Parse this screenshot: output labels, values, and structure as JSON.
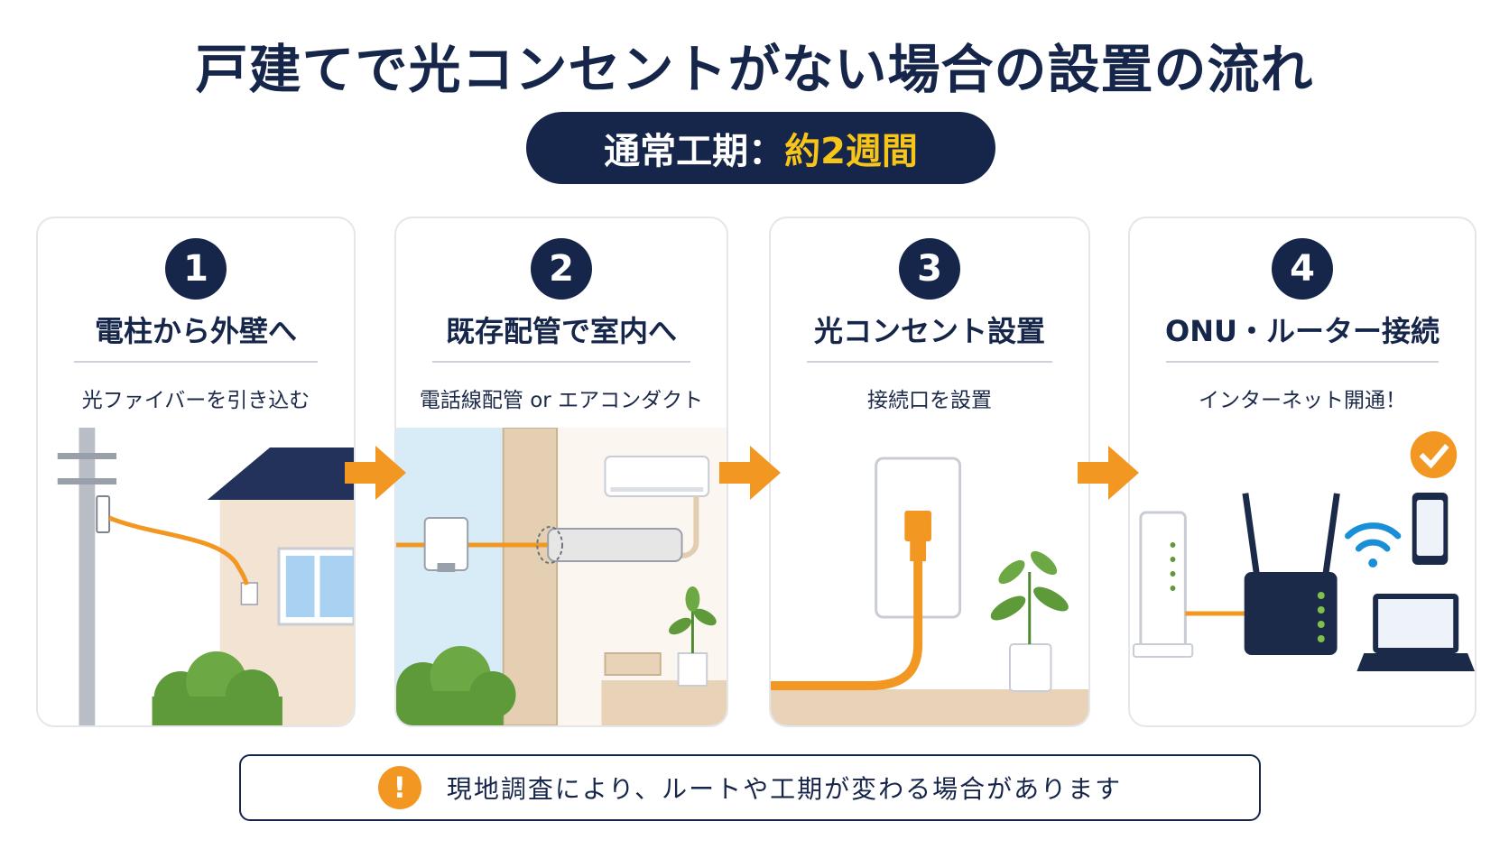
{
  "title": "戸建てで光コンセントがない場合の設置の流れ",
  "period": {
    "label": "通常工期：",
    "value": "約2週間"
  },
  "steps": [
    {
      "number": "1",
      "title": "電柱から外壁へ",
      "subtitle": "光ファイバーを引き込む"
    },
    {
      "number": "2",
      "title": "既存配管で室内へ",
      "subtitle": "電話線配管 or エアコンダクト"
    },
    {
      "number": "3",
      "title": "光コンセント設置",
      "subtitle": "接続口を設置"
    },
    {
      "number": "4",
      "title": "ONU・ルーター接続",
      "subtitle": "インターネット開通！"
    }
  ],
  "note": {
    "icon": "!",
    "text": "現地調査により、ルートや工期が変わる場合があります"
  },
  "colors": {
    "navy": "#16264a",
    "orange": "#f29722",
    "yellow": "#f7c519",
    "green": "#5f9a3a"
  },
  "icons": [
    "utility-pole-icon",
    "house-icon",
    "wall-box-icon",
    "air-conditioner-icon",
    "duct-icon",
    "fiber-outlet-icon",
    "plant-icon",
    "onu-icon",
    "router-icon",
    "wifi-icon",
    "smartphone-icon",
    "laptop-icon",
    "check-icon",
    "warning-icon"
  ]
}
